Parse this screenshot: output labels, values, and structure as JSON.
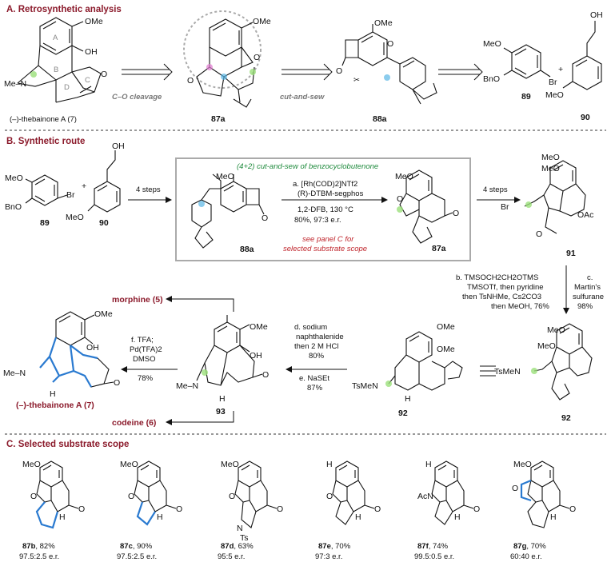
{
  "sections": {
    "a": "A. Retrosynthetic analysis",
    "b": "B. Synthetic route",
    "c": "C. Selected substrate scope"
  },
  "panelA": {
    "target_label": "(–)-thebainone A (7)",
    "ring_labels": [
      "A",
      "B",
      "C",
      "D"
    ],
    "cleavage": "C–O cleavage",
    "cutsew": "cut-and-sew",
    "cmpds": [
      "87a",
      "88a",
      "89",
      "90"
    ],
    "atoms": {
      "ome": "OMe",
      "oh": "OH",
      "o": "O",
      "me": "Me",
      "n": "N",
      "bno": "BnO",
      "meo": "MeO",
      "br": "Br"
    },
    "plus": "+"
  },
  "panelB": {
    "box_title": "(4+2) cut-and-sew of benzocyclobutenone",
    "steps4a": "4 steps",
    "steps4b": "4 steps",
    "cond_a": [
      "a. [Rh(COD)2]NTf2",
      "(R)-DTBM-segphos",
      "1,2-DFB, 130 °C",
      "80%, 97:3 e.r."
    ],
    "see_c": [
      "see panel C for",
      "selected substrate scope"
    ],
    "cmpds": [
      "89",
      "90",
      "88a",
      "87a",
      "91",
      "92",
      "92",
      "93"
    ],
    "cond_b": [
      "b. TMSOCH2CH2OTMS",
      "TMSOTf, then pyridine",
      "then TsNHMe, Cs2CO3",
      "then MeOH, 76%"
    ],
    "cond_c": [
      "c.",
      "Martin's",
      "sulfurane",
      "98%"
    ],
    "cond_d": [
      "d. sodium",
      "naphthalenide",
      "then 2 M HCl",
      "80%"
    ],
    "cond_e": [
      "e. NaSEt",
      "87%"
    ],
    "cond_f": [
      "f. TFA;",
      "Pd(TFA)2",
      "DMSO",
      "78%"
    ],
    "morphine": "morphine (5)",
    "codeine": "codeine (6)",
    "thebainone": "(–)-thebainone A (7)",
    "atoms": {
      "ome": "OMe",
      "meo": "MeO",
      "oh": "OH",
      "oac": "OAc",
      "br": "Br",
      "tsmen": "TsMeN",
      "n": "N",
      "me": "Me",
      "h": "H",
      "o": "O",
      "bno": "BnO"
    }
  },
  "panelC": {
    "items": [
      {
        "cmpd": "87b",
        "yield": ", 82%",
        "er": "97.5:2.5 e.r."
      },
      {
        "cmpd": "87c",
        "yield": ", 90%",
        "er": "97.5:2.5 e.r."
      },
      {
        "cmpd": "87d",
        "yield": ", 63%",
        "er": "95:5 e.r."
      },
      {
        "cmpd": "87e",
        "yield": ", 70%",
        "er": "97:3 e.r."
      },
      {
        "cmpd": "87f",
        "yield": ", 74%",
        "er": "99.5:0.5 e.r."
      },
      {
        "cmpd": "87g",
        "yield": ", 70%",
        "er": "60:40 e.r."
      }
    ],
    "atoms": {
      "meo": "MeO",
      "o": "O",
      "h": "H",
      "n": "N",
      "ts": "Ts",
      "acn": "AcN"
    }
  },
  "colors": {
    "section": "#8b1a2b",
    "green": "#1e8a3c",
    "red": "#c0262d",
    "blue": "#2a7ad0",
    "box": "#aaaaaa"
  }
}
